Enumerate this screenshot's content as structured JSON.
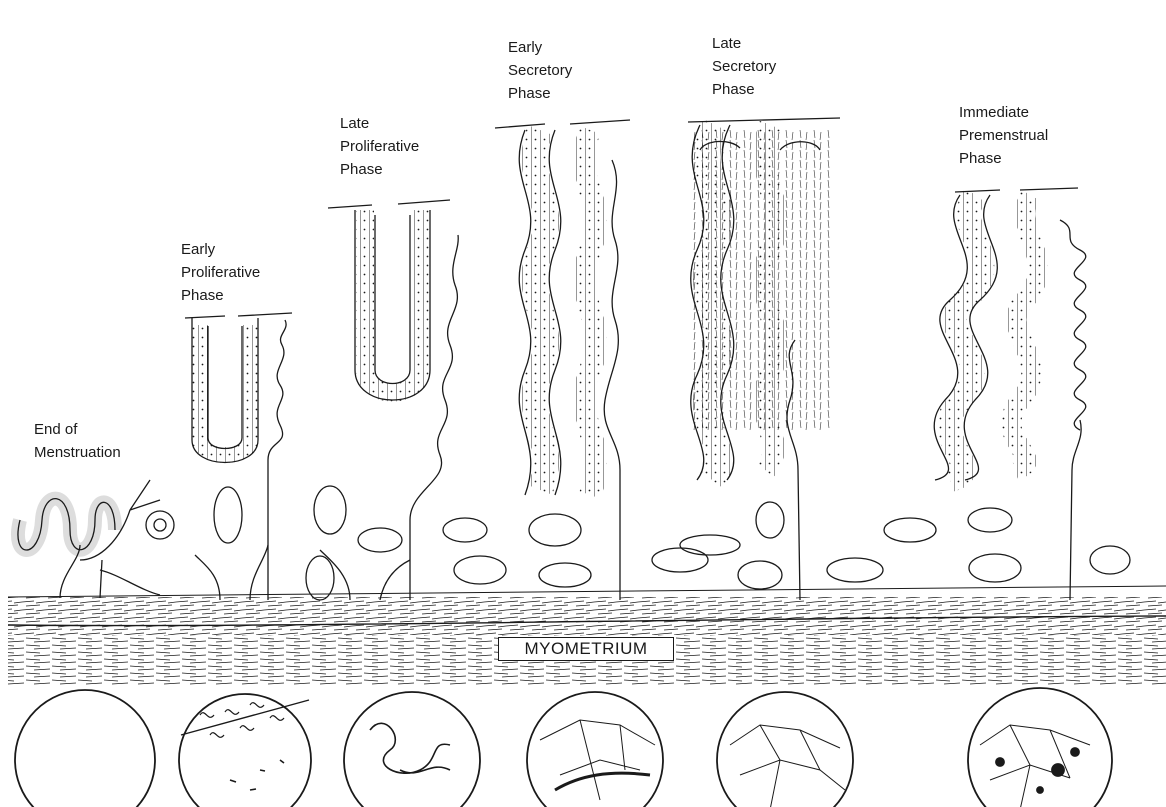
{
  "phases": [
    {
      "id": "end-of-menstruation",
      "lines": [
        "End of",
        "Menstruation"
      ]
    },
    {
      "id": "early-proliferative",
      "lines": [
        "Early",
        "Proliferative",
        "Phase"
      ]
    },
    {
      "id": "late-proliferative",
      "lines": [
        "Late",
        "Proliferative",
        "Phase"
      ]
    },
    {
      "id": "early-secretory",
      "lines": [
        "Early",
        "Secretory",
        "Phase"
      ]
    },
    {
      "id": "late-secretory",
      "lines": [
        "Late",
        "Secretory",
        "Phase"
      ]
    },
    {
      "id": "immediate-premenstrual",
      "lines": [
        "Immediate",
        "Premenstrual",
        "Phase"
      ]
    }
  ],
  "myometrium_label": "MYOMETRIUM",
  "colors": {
    "ink": "#1a1a1a",
    "paper": "#ffffff"
  }
}
